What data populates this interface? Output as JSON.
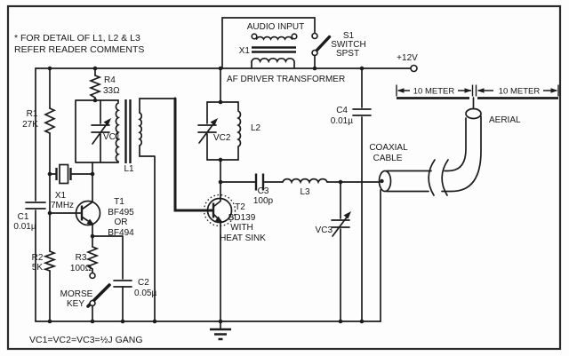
{
  "figure": {
    "type": "circuit-schematic",
    "background": "#fdfdfd",
    "line_color": "#1c1c1c"
  },
  "notes": {
    "detail_line1": "* FOR DETAIL OF L1, L2 & L3",
    "detail_line2": "REFER READER COMMENTS",
    "gang": "VC1=VC2=VC3=½J GANG"
  },
  "power": {
    "supply": "+12V"
  },
  "audio": {
    "input_label": "AUDIO INPUT",
    "transformer_ref": "X1",
    "transformer_name": "AF DRIVER TRANSFORMER",
    "switch_ref": "S1",
    "switch_line1": "SWITCH",
    "switch_line2": "SPST"
  },
  "components": {
    "r1": {
      "ref": "R1",
      "value": "27K"
    },
    "r2": {
      "ref": "R2",
      "value": "5K"
    },
    "r3": {
      "ref": "R3",
      "value": "100Ω"
    },
    "r4": {
      "ref": "R4",
      "value": "33Ω"
    },
    "c1": {
      "ref": "C1",
      "value": "0.01µ"
    },
    "c2": {
      "ref": "C2",
      "value": "0.05µ"
    },
    "c3": {
      "ref": "C3",
      "value": "100p"
    },
    "c4": {
      "ref": "C4",
      "value": "0.01µ"
    },
    "vc1": {
      "ref": "VC1"
    },
    "vc2": {
      "ref": "VC2"
    },
    "vc3": {
      "ref": "VC3"
    },
    "l1": {
      "ref": "L1"
    },
    "l2": {
      "ref": "L2"
    },
    "l3": {
      "ref": "L3"
    },
    "crystal": {
      "ref": "X1",
      "value": "7MHz"
    },
    "t1": {
      "ref": "T1",
      "line1": "BF495",
      "line2": "OR",
      "line3": "BF494"
    },
    "t2": {
      "ref": "T2",
      "line1": "BD139",
      "line2": "WITH",
      "line3": "HEAT SINK"
    },
    "morse_key": {
      "line1": "MORSE",
      "line2": "KEY"
    }
  },
  "antenna": {
    "aerial_label": "AERIAL",
    "coax_line1": "COAXIAL",
    "coax_line2": "CABLE",
    "dim_left": "10 METER",
    "dim_right": "10 METER"
  }
}
